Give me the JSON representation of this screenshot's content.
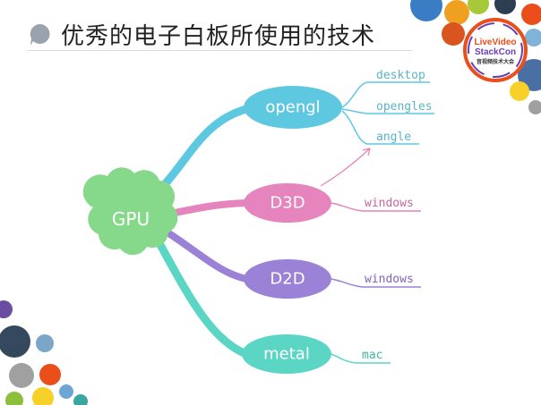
{
  "title": "优秀的电子白板所使用的技术",
  "logo": {
    "line1": "LiveVideo",
    "line2": "StackCon",
    "line3": "音视频技术大会"
  },
  "root": {
    "label": "GPU",
    "color": "#86d98a"
  },
  "branches": [
    {
      "label": "opengl",
      "color": "#5ec8e0",
      "leaves": [
        "desktop",
        "opengles",
        "angle"
      ]
    },
    {
      "label": "D3D",
      "color": "#e684bd",
      "leaves": [
        "windows"
      ]
    },
    {
      "label": "D2D",
      "color": "#9b82d6",
      "leaves": [
        "windows"
      ]
    },
    {
      "label": "metal",
      "color": "#5cd6c4",
      "leaves": [
        "mac"
      ]
    }
  ],
  "colors": {
    "leaf_text_blue": "#5ab4c8",
    "leaf_text_pink": "#c9639d",
    "leaf_text_purple": "#7d66b8",
    "leaf_text_teal": "#43b3a3"
  }
}
